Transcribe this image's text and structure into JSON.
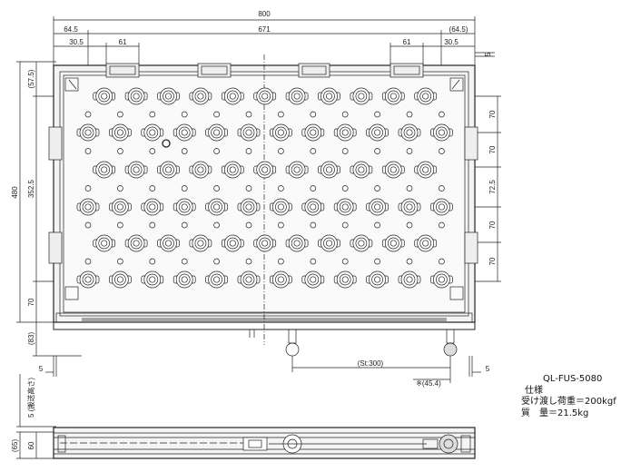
{
  "spec": {
    "model": "QL-FUS-5080",
    "heading": "仕様",
    "rows": [
      "受け渡し荷重＝200kgf",
      "質　量＝21.5kg"
    ]
  },
  "dims": {
    "overall_width": "800",
    "left_offset": "64.5",
    "pitch_span": "671",
    "right_offset": "(64.5)",
    "bracket_left": "30.5",
    "bracket_pitch_left": "61",
    "bracket_pitch_right": "61",
    "bracket_right": "30.5",
    "top_gap": "5",
    "top_margin": "(57.5)",
    "overall_height": "480",
    "pitch_height": "352.5",
    "bottom_row": "70",
    "bottom_extra": "(83)",
    "row_pitch_1": "70",
    "row_pitch_2": "70",
    "row_pitch_3": "72.5",
    "row_pitch_4": "70",
    "row_pitch_5": "70",
    "left_gap": "5",
    "stroke": "(St:300)",
    "right_gap": "5",
    "note": "※(45.4)",
    "transfer_height": "5 (搬送高さ)",
    "side_total": "(65)",
    "side_height": "60"
  },
  "colors": {
    "line": "#222222",
    "frame_fill": "#f4f4f4",
    "bracket_fill": "#eeeeee"
  }
}
